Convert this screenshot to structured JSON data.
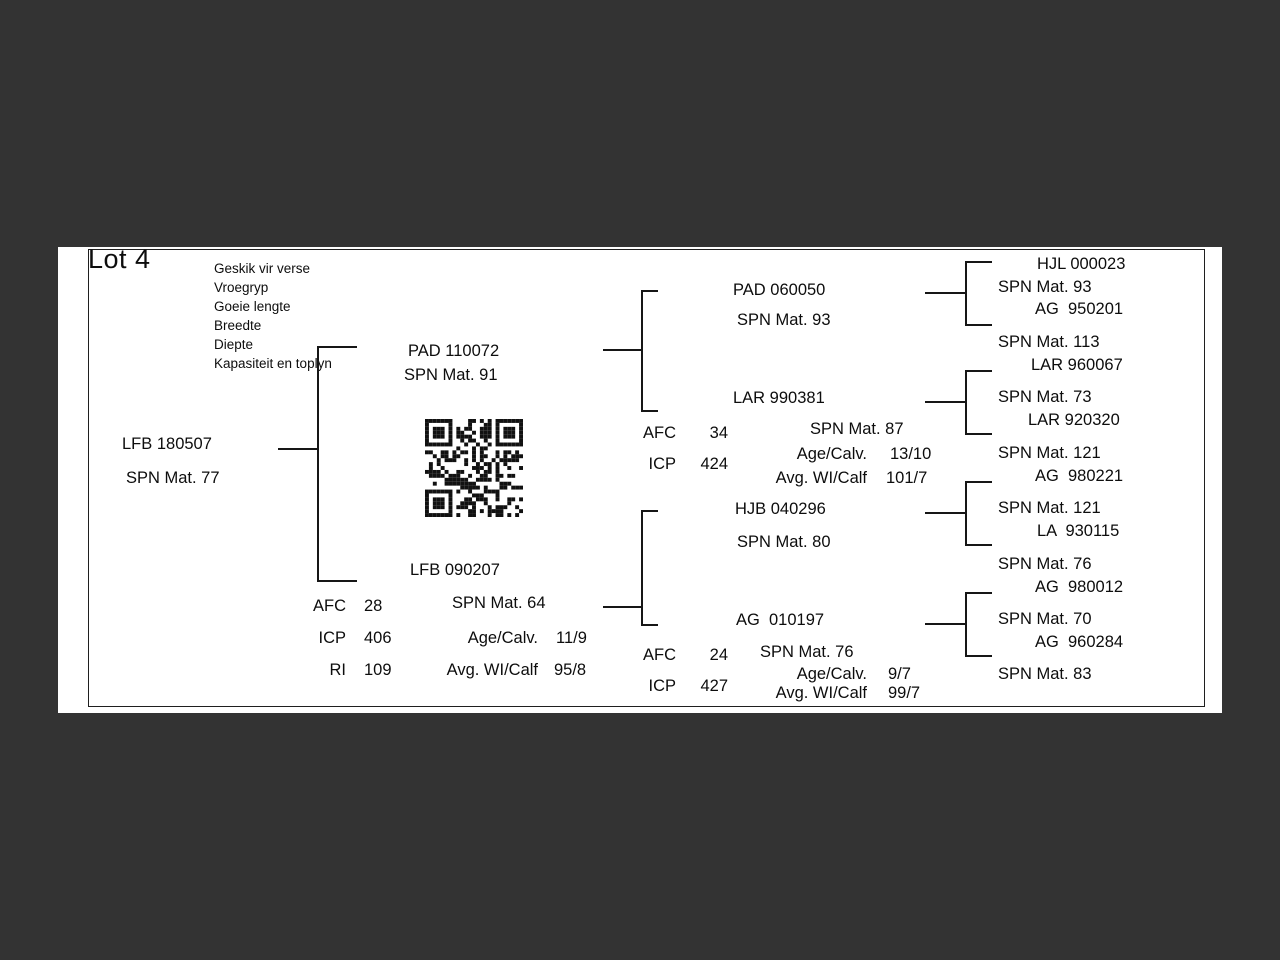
{
  "page": {
    "lot_title": "Lot 4",
    "notes": [
      "Geskik vir verse",
      "Vroegryp",
      "Goeie lengte",
      "Breedte",
      "Diepte",
      "Kapasiteit en toplyn"
    ]
  },
  "pedigree": {
    "subject": {
      "name": "LFB 180507",
      "spn": "SPN Mat. 77"
    },
    "sire": {
      "name": "PAD 110072",
      "spn": "SPN Mat. 91"
    },
    "dam": {
      "name": "LFB 090207",
      "spn": "SPN Mat. 64"
    },
    "dam_stats": {
      "afc_label": "AFC",
      "afc": "28",
      "icp_label": "ICP",
      "icp": "406",
      "ri_label": "RI",
      "ri": "109",
      "age_calv_label": "Age/Calv.",
      "age_calv": "11/9",
      "avg_wi_label": "Avg. WI/Calf",
      "avg_wi": "95/8"
    },
    "sire_side": {
      "gp_sire": {
        "name": "PAD 060050",
        "spn": "SPN Mat. 93"
      },
      "gp_dam": {
        "name": "LAR 990381",
        "spn": "SPN Mat. 87"
      },
      "stats": {
        "afc_label": "AFC",
        "afc": "34",
        "icp_label": "ICP",
        "icp": "424",
        "age_calv_label": "Age/Calv.",
        "age_calv": "13/10",
        "avg_wi_label": "Avg. WI/Calf",
        "avg_wi": "101/7"
      }
    },
    "dam_side": {
      "gp_sire": {
        "name": "HJB 040296",
        "spn": "SPN Mat. 80"
      },
      "gp_dam": {
        "name": "AG  010197",
        "spn": "SPN Mat. 76"
      },
      "stats": {
        "afc_label": "AFC",
        "afc": "24",
        "icp_label": "ICP",
        "icp": "427",
        "age_calv_label": "Age/Calv.",
        "age_calv": "9/7",
        "avg_wi_label": "Avg. WI/Calf",
        "avg_wi": "99/7"
      }
    },
    "great_grandparents": [
      {
        "name": "HJL 000023",
        "spn": "SPN Mat. 93"
      },
      {
        "name": "AG  950201",
        "spn": "SPN Mat. 113"
      },
      {
        "name": "LAR 960067",
        "spn": "SPN Mat. 73"
      },
      {
        "name": "LAR 920320",
        "spn": "SPN Mat. 121"
      },
      {
        "name": "AG  980221",
        "spn": "SPN Mat. 121"
      },
      {
        "name": "LA  930115",
        "spn": "SPN Mat. 76"
      },
      {
        "name": "AG  980012",
        "spn": "SPN Mat. 70"
      },
      {
        "name": "AG  960284",
        "spn": "SPN Mat. 83"
      }
    ]
  },
  "icons": {
    "qr": "qr-code"
  },
  "colors": {
    "background": "#333333",
    "page": "#ffffff",
    "ink": "#0d0d0d"
  }
}
